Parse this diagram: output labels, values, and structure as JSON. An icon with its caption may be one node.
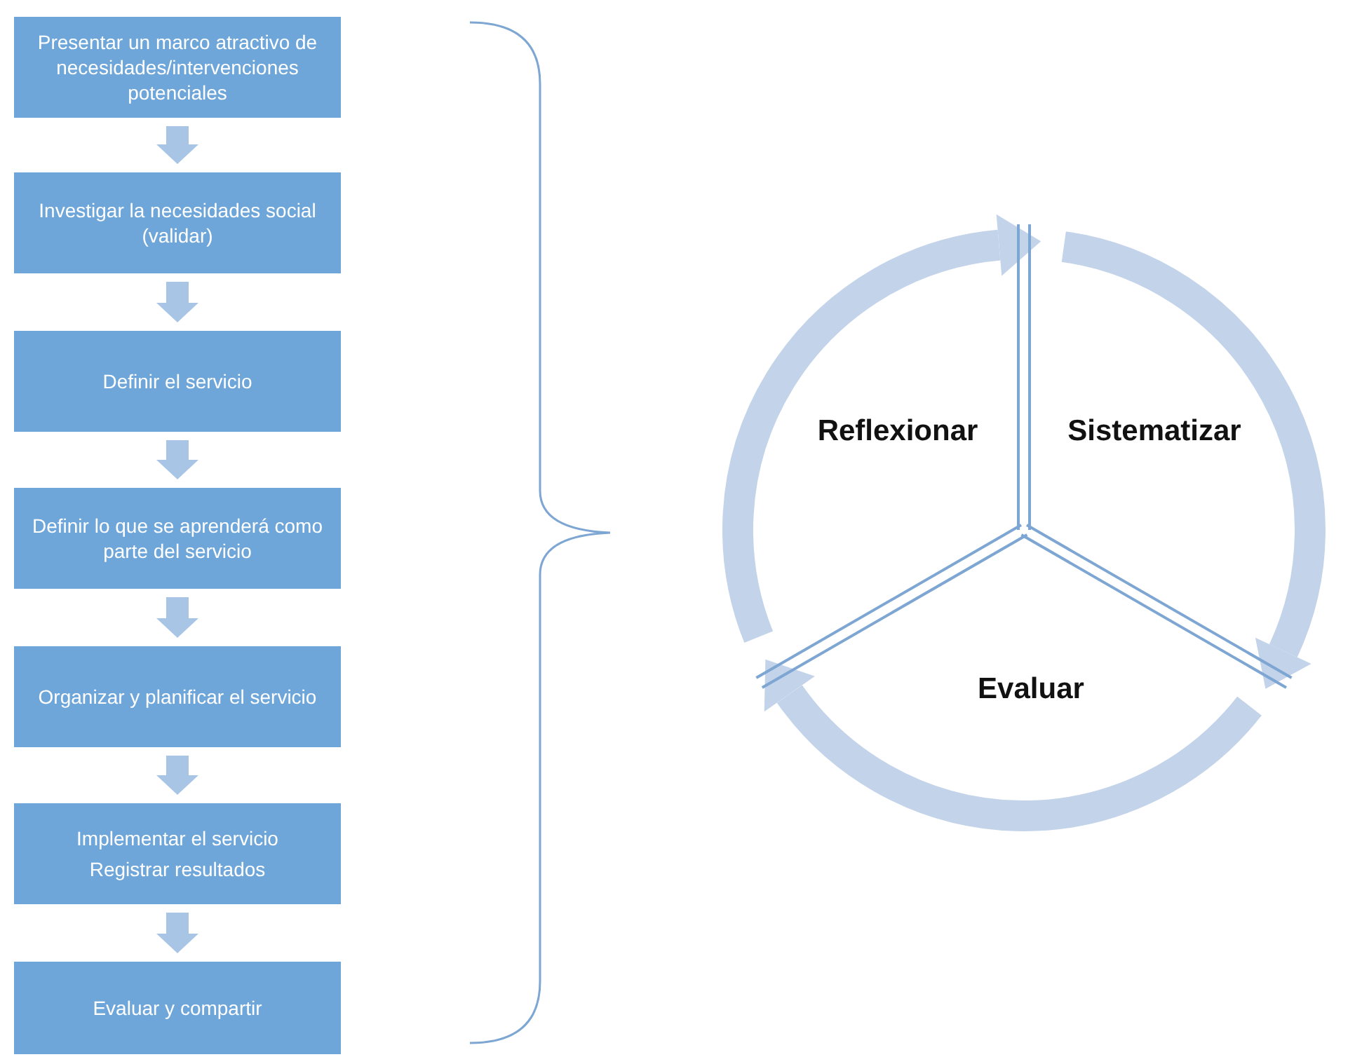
{
  "diagram": {
    "nodes": [
      {
        "text": [
          "Presentar un marco atractivo de necesidades/intervenciones potenciales"
        ]
      },
      {
        "text": [
          "Investigar la necesidades social (validar)"
        ]
      },
      {
        "text": [
          "Definir el servicio"
        ]
      },
      {
        "text": [
          "Definir lo que se aprenderá como parte del servicio"
        ]
      },
      {
        "text": [
          "Organizar y planificar el servicio"
        ]
      },
      {
        "text": [
          "Implementar el servicio",
          "Registrar resultados"
        ]
      },
      {
        "text": [
          "Evaluar y compartir"
        ]
      },
      {
        "text": [
          "Reflexionar"
        ]
      },
      {
        "text": [
          "Sistematizar"
        ]
      },
      {
        "text": [
          "Evaluar"
        ]
      }
    ],
    "edges": [
      {
        "from": 0,
        "to": 1,
        "arrow": "to"
      },
      {
        "from": 1,
        "to": 2,
        "arrow": "to"
      },
      {
        "from": 2,
        "to": 3,
        "arrow": "to"
      },
      {
        "from": 3,
        "to": 4,
        "arrow": "to"
      },
      {
        "from": 4,
        "to": 5,
        "arrow": "to"
      },
      {
        "from": 5,
        "to": 6,
        "arrow": "to"
      },
      {
        "from": 7,
        "to": 8,
        "arrow": "to"
      },
      {
        "from": 8,
        "to": 9,
        "arrow": "to"
      },
      {
        "from": 9,
        "to": 7,
        "arrow": "to"
      }
    ]
  }
}
